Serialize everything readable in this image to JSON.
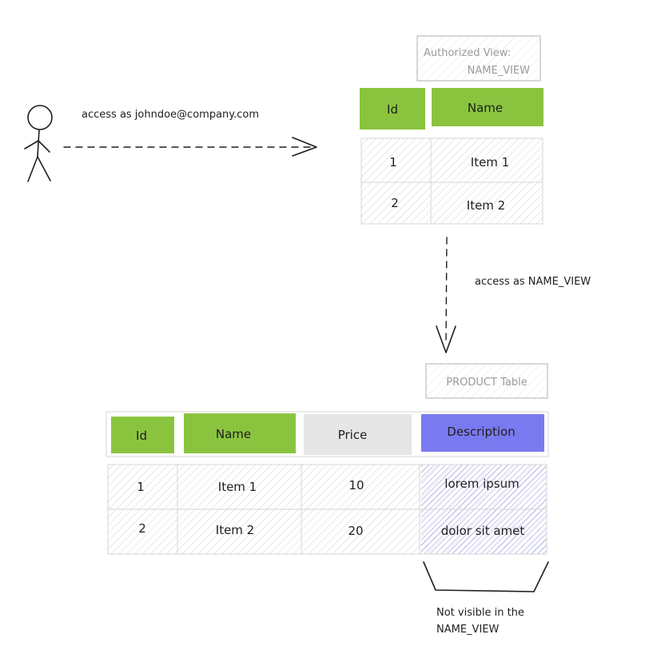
{
  "colors": {
    "header_green": "#8ac43f",
    "header_gray": "#e6e6e6",
    "header_blue": "#7a7af0",
    "description_hatch": "#8888ee",
    "row_hatch": "#cfcfcf"
  },
  "user": {
    "icon": "stick-figure-icon",
    "access_label": "access as johndoe@company.com"
  },
  "authorized_view": {
    "caption_line1": "Authorized View:",
    "caption_line2": "NAME_VIEW",
    "columns": [
      "Id",
      "Name"
    ],
    "rows": [
      [
        "1",
        "Item 1"
      ],
      [
        "2",
        "Item 2"
      ]
    ]
  },
  "view_access_label": "access as NAME_VIEW",
  "product_table": {
    "caption": "PRODUCT Table",
    "columns": [
      "Id",
      "Name",
      "Price",
      "Description"
    ],
    "rows": [
      [
        "1",
        "Item 1",
        "10",
        "lorem ipsum"
      ],
      [
        "2",
        "Item 2",
        "20",
        "dolor sit amet"
      ]
    ]
  },
  "note": {
    "line1": "Not visible in the",
    "line2": "NAME_VIEW"
  }
}
